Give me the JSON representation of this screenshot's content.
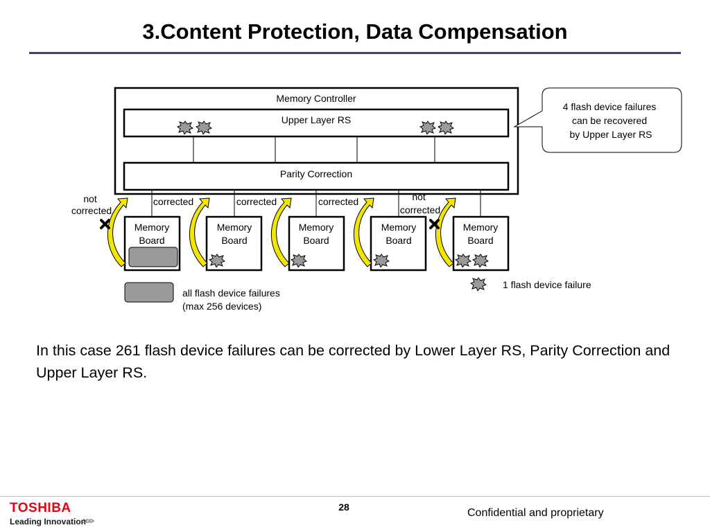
{
  "slide": {
    "title": "3.Content Protection, Data Compensation",
    "body": "In this case 261 flash device failures can be corrected by Lower Layer RS, Parity Correction and Upper Layer RS.",
    "page_number": "28",
    "footer_note": "Confidential and proprietary",
    "logo": "TOSHIBA",
    "tagline": "Leading Innovation",
    "tagline_chevrons": ">>>"
  },
  "diagram": {
    "controller_label": "Memory Controller",
    "upper_rs_label": "Upper Layer RS",
    "parity_label": "Parity Correction",
    "callout": [
      "4 flash device failures",
      "can be recovered",
      "by Upper Layer RS"
    ],
    "board_label": [
      "Memory",
      "Board"
    ],
    "corrected_label": "corrected",
    "not_corrected_label": [
      "not",
      "corrected"
    ],
    "legend_all_failures": [
      "all flash device failures",
      "(max 256 devices)"
    ],
    "legend_single_failure": "1 flash device failure",
    "colors": {
      "rule": "#3a3f8f",
      "arrow": "#f2e600",
      "failure": "#9a9a9a",
      "logo": "#e60012"
    }
  }
}
